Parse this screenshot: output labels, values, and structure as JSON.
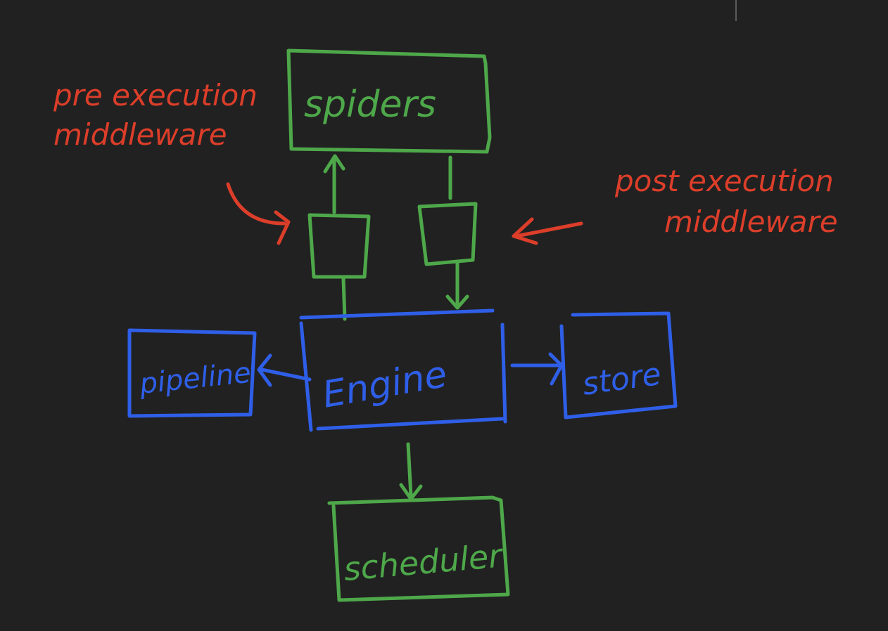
{
  "colors": {
    "background": "#212121",
    "green": "#4ea84a",
    "blue": "#2f5fe8",
    "red": "#dc3e2a",
    "cursor": "#5a5a5a"
  },
  "nodes": {
    "spiders": "spiders",
    "engine": "Engine",
    "pipeline": "pipeline",
    "store": "store",
    "scheduler": "scheduler"
  },
  "annotations": {
    "pre_line1": "pre execution",
    "pre_line2": "middleware",
    "post_line1": "post execution",
    "post_line2": "middleware"
  }
}
